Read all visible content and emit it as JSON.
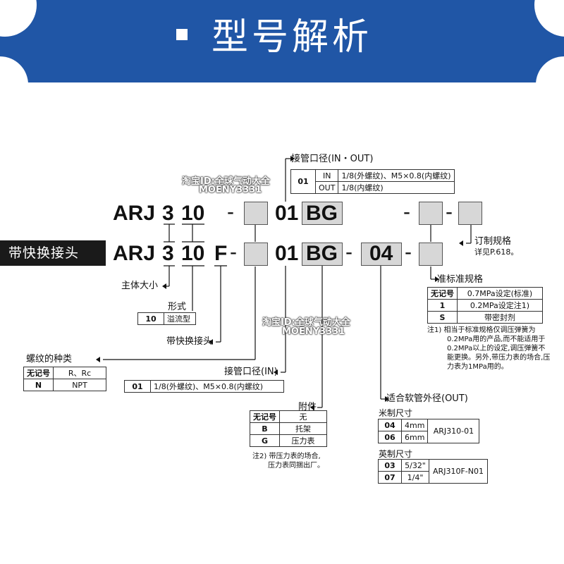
{
  "header": {
    "title": "型号解析"
  },
  "watermark": {
    "line1": "淘宝ID:全球气动大全",
    "line2": "MOENY3331"
  },
  "side_label": "带快换接头",
  "row1": {
    "ser": "ARJ",
    "d3": "3",
    "d10": "10",
    "dash1": "-",
    "port": "01",
    "bg": "BG",
    "dash2": "-",
    "dash3": "-"
  },
  "row2": {
    "ser": "ARJ",
    "d3": "3",
    "d10": "10",
    "f": "F",
    "dash1": "-",
    "port": "01",
    "bg": "BG",
    "dash2": "-",
    "tube": "04",
    "dash3": "-"
  },
  "port_top": {
    "title": "接管口径(IN・OUT)",
    "code": "01",
    "rows": [
      {
        "k": "IN",
        "v": "1/8(外螺纹)、M5×0.8(内螺纹)"
      },
      {
        "k": "OUT",
        "v": "1/8(内螺纹)"
      }
    ]
  },
  "custom": {
    "title": "订制规格",
    "sub": "详见P.618。"
  },
  "body_size": {
    "title": "主体大小"
  },
  "form": {
    "title": "形式",
    "code": "10",
    "value": "溢流型"
  },
  "quick_title": "带快换接头",
  "thread": {
    "title": "螺纹的种类",
    "rows": [
      {
        "k": "无记号",
        "v": "R、Rc"
      },
      {
        "k": "N",
        "v": "NPT"
      }
    ]
  },
  "port_in": {
    "title": "接管口径(IN)",
    "code": "01",
    "value": "1/8(外螺纹)、M5×0.8(内螺纹)"
  },
  "accessory": {
    "title": "附件",
    "rows": [
      {
        "k": "无记号",
        "v": "无"
      },
      {
        "k": "B",
        "v": "托架"
      },
      {
        "k": "G",
        "v": "压力表"
      }
    ],
    "note1": "注2) 带压力表的场合,",
    "note2": "压力表同捆出厂。"
  },
  "semi_std": {
    "title": "准标准规格",
    "rows": [
      {
        "k": "无记号",
        "v": "0.7MPa设定(标准)"
      },
      {
        "k": "1",
        "v": "0.2MPa设定注1)"
      },
      {
        "k": "S",
        "v": "带密封剂"
      }
    ],
    "note": [
      "注1) 相当于标准规格仅调压弹簧为",
      "0.2MPa用的产品,而不能适用于",
      "0.2MPa以上的设定,调压弹簧不",
      "能更换。另外,带压力表的场合,压",
      "力表为1MPa用的。"
    ]
  },
  "tube": {
    "title": "适合软管外径(OUT)",
    "metric": {
      "title": "米制尺寸",
      "rows": [
        {
          "k": "04",
          "v": "4mm"
        },
        {
          "k": "06",
          "v": "6mm"
        }
      ],
      "model": "ARJ310-01"
    },
    "inch": {
      "title": "英制尺寸",
      "rows": [
        {
          "k": "03",
          "v": "5/32\""
        },
        {
          "k": "07",
          "v": "1/4\""
        }
      ],
      "model": "ARJ310F-N01"
    }
  }
}
